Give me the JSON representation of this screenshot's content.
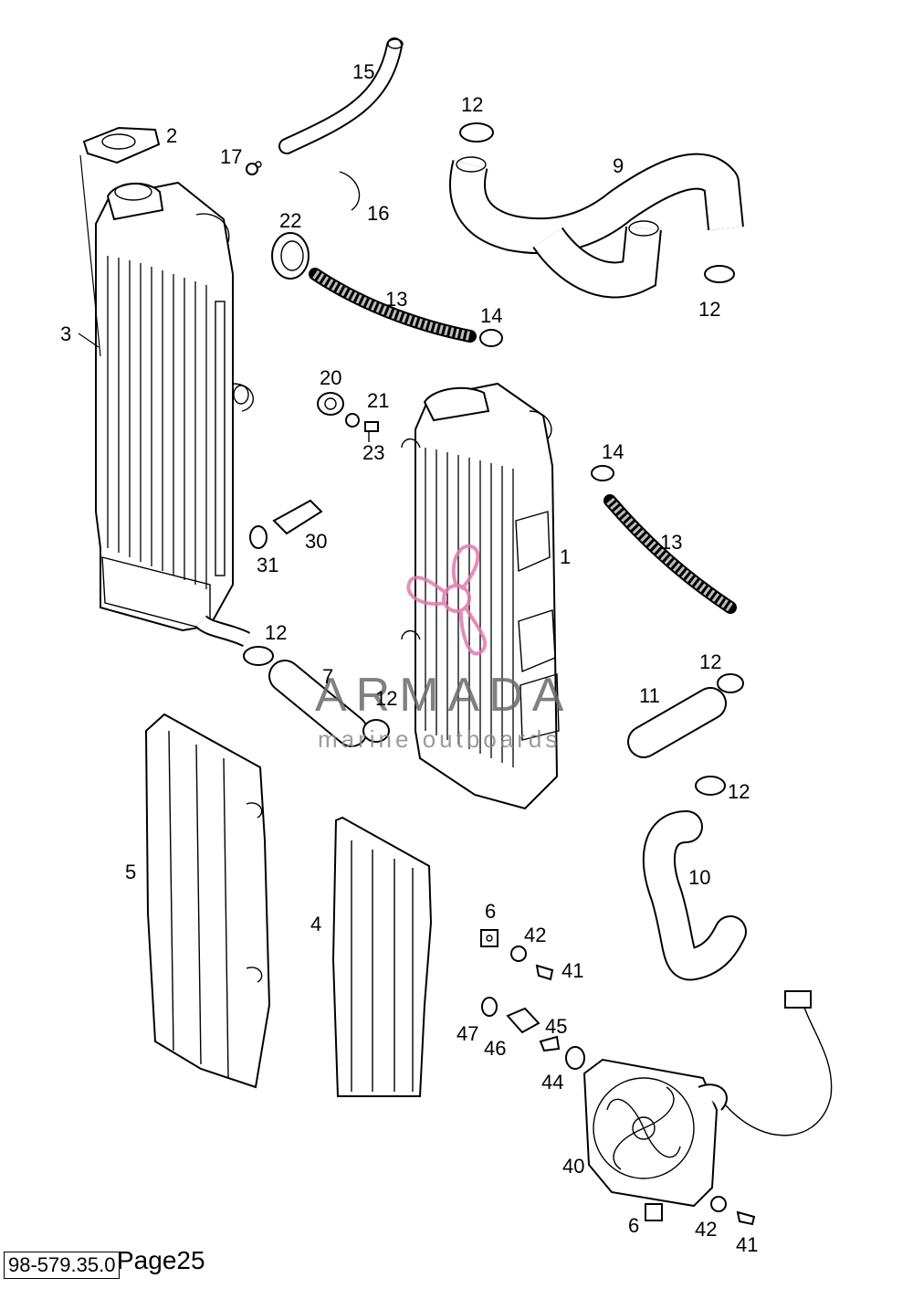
{
  "labels": [
    {
      "id": "p15",
      "text": "15"
    },
    {
      "id": "p12a",
      "text": "12"
    },
    {
      "id": "p2",
      "text": "2"
    },
    {
      "id": "p17",
      "text": "17"
    },
    {
      "id": "p9",
      "text": "9"
    },
    {
      "id": "p16",
      "text": "16"
    },
    {
      "id": "p22",
      "text": "22"
    },
    {
      "id": "p12b",
      "text": "12"
    },
    {
      "id": "p3",
      "text": "3"
    },
    {
      "id": "p13a",
      "text": "13"
    },
    {
      "id": "p14a",
      "text": "14"
    },
    {
      "id": "p20",
      "text": "20"
    },
    {
      "id": "p21",
      "text": "21"
    },
    {
      "id": "p23",
      "text": "23"
    },
    {
      "id": "p14b",
      "text": "14"
    },
    {
      "id": "p30",
      "text": "30"
    },
    {
      "id": "p31",
      "text": "31"
    },
    {
      "id": "p13b",
      "text": "13"
    },
    {
      "id": "p1",
      "text": "1"
    },
    {
      "id": "p12c",
      "text": "12"
    },
    {
      "id": "p7",
      "text": "7"
    },
    {
      "id": "p12d",
      "text": "12"
    },
    {
      "id": "p12e",
      "text": "12"
    },
    {
      "id": "p11",
      "text": "11"
    },
    {
      "id": "p12f",
      "text": "12"
    },
    {
      "id": "p5",
      "text": "5"
    },
    {
      "id": "p10",
      "text": "10"
    },
    {
      "id": "p4",
      "text": "4"
    },
    {
      "id": "p6a",
      "text": "6"
    },
    {
      "id": "p42a",
      "text": "42"
    },
    {
      "id": "p41a",
      "text": "41"
    },
    {
      "id": "p47",
      "text": "47"
    },
    {
      "id": "p45",
      "text": "45"
    },
    {
      "id": "p46",
      "text": "46"
    },
    {
      "id": "p44",
      "text": "44"
    },
    {
      "id": "p40",
      "text": "40"
    },
    {
      "id": "p6b",
      "text": "6"
    },
    {
      "id": "p42b",
      "text": "42"
    },
    {
      "id": "p41b",
      "text": "41"
    }
  ],
  "watermark": {
    "brand": "ARMADA",
    "tagline": "marine outboards",
    "color": "#e07ab0"
  },
  "footer": {
    "doc_code": "98-579.35.0",
    "page": "Page25"
  }
}
